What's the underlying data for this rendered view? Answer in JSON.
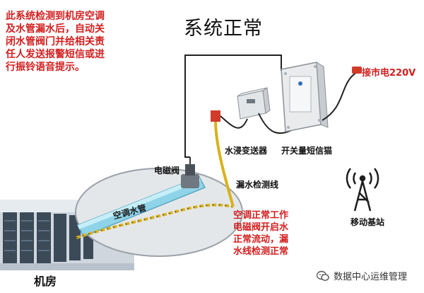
{
  "note": {
    "lines": [
      "此系统检测到机房空调",
      "及水管漏水后，自动关",
      "闭水管阀门并给相关责",
      "任人发送报警短信或进",
      "行振铃语音提示。"
    ]
  },
  "title": "系统正常",
  "power_label": "接市电220V",
  "labels": {
    "sensor": "水浸变送器",
    "sms_modem": "开关量短信猫",
    "valve": "电磁阀",
    "leak_line": "漏水检测线",
    "pipe": "空调水管",
    "tower": "移动基站",
    "room": "机房"
  },
  "status": {
    "lines": [
      "空调正常工作",
      "电磁阀开启水",
      "正常流动，漏",
      "水线检测正常"
    ]
  },
  "watermark": "数据中心运维管理",
  "colors": {
    "accent_red": "#d21f1f",
    "cable_yellow": "#d9b21c",
    "pipe_cyan": "#8fd3e8"
  }
}
